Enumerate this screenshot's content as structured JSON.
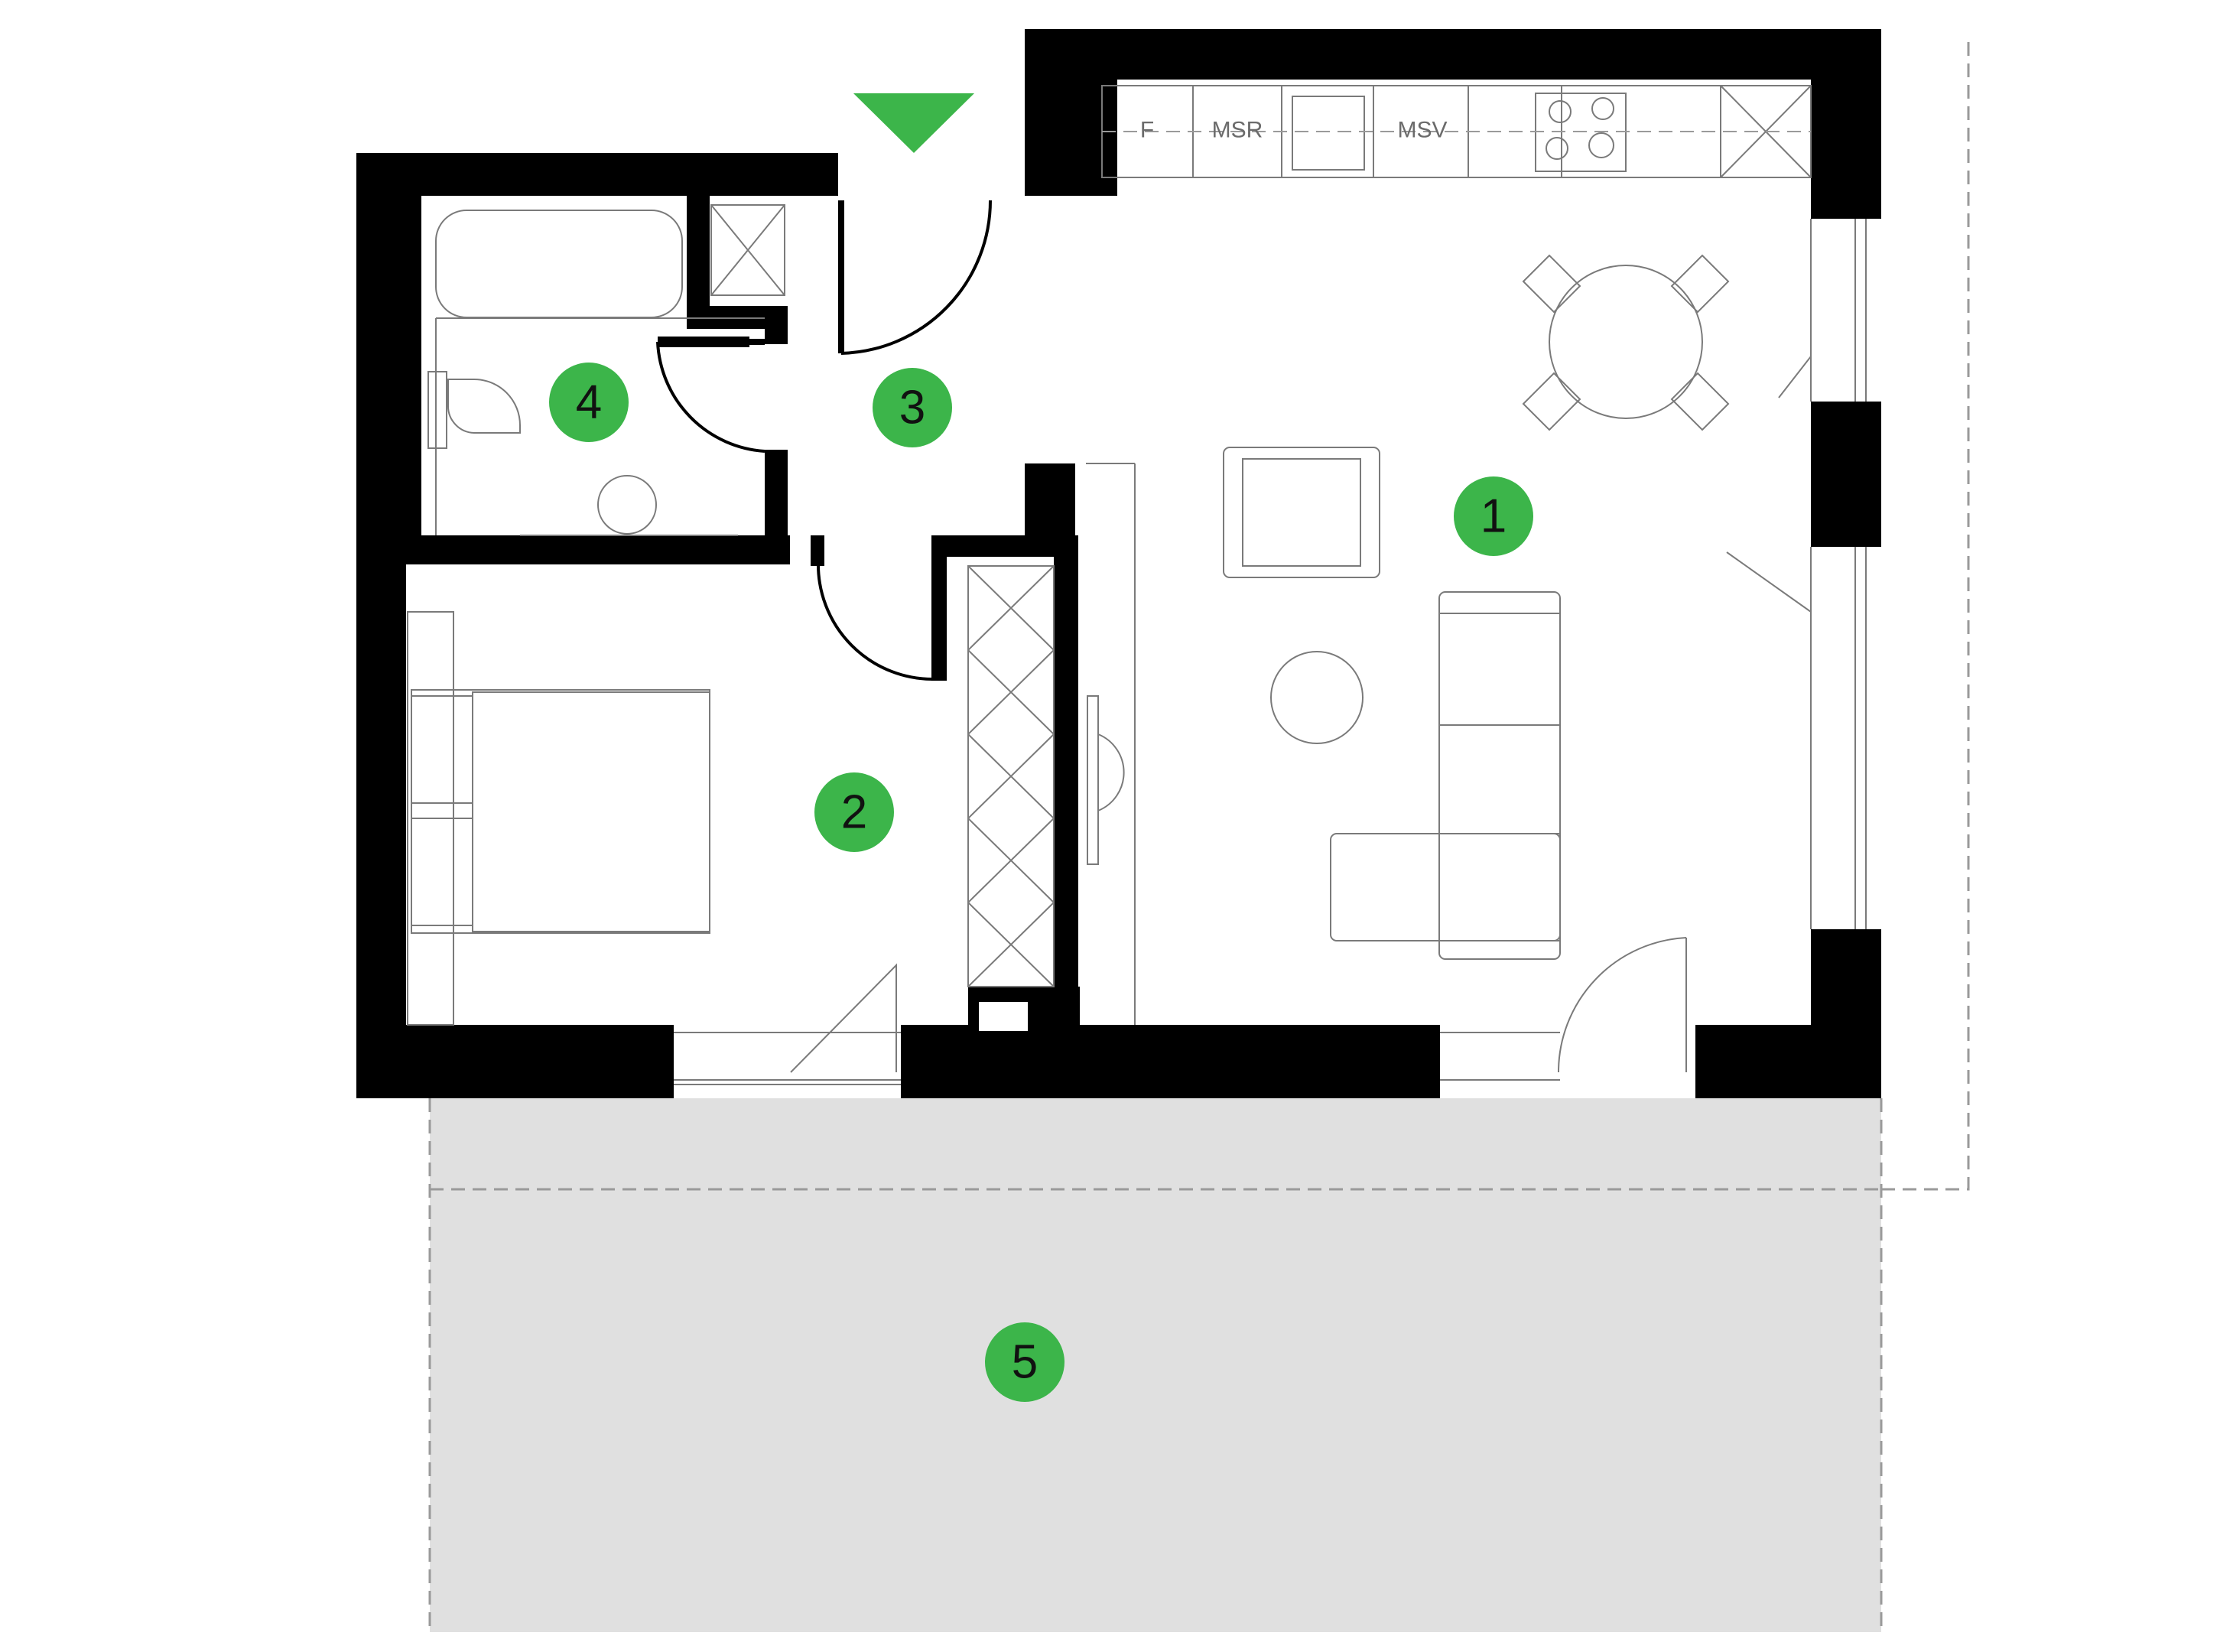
{
  "rooms": [
    {
      "number": "1"
    },
    {
      "number": "2"
    },
    {
      "number": "3"
    },
    {
      "number": "4"
    },
    {
      "number": "5"
    }
  ],
  "kitchen": {
    "appliance_labels": [
      "F",
      "MSR",
      "MSV"
    ]
  },
  "colors": {
    "badge": "#3cb54a",
    "entrance_marker": "#3cb54a",
    "wall": "#000000",
    "terrace_fill": "#e0e0e0"
  },
  "icons": {
    "entrance": "entrance-arrow-icon"
  }
}
